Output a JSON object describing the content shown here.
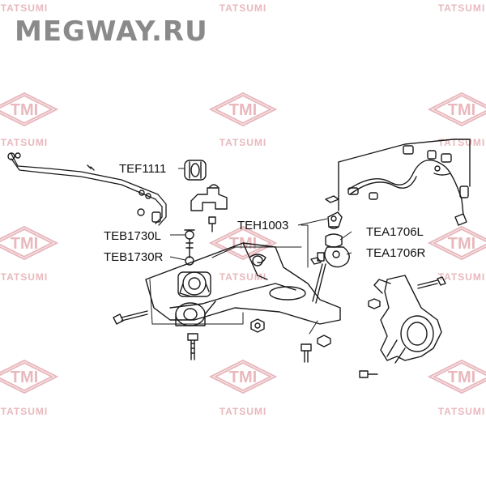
{
  "brand": {
    "title": "MEGWAY.RU"
  },
  "watermark": {
    "logo_text": "TMI",
    "brand_text": "TATSUMI",
    "color": "#e8b8bd"
  },
  "labels": {
    "tef1111": "TEF1111",
    "teb1730l": "TEB1730L",
    "teb1730r": "TEB1730R",
    "teh1003": "TEH1003",
    "tea1706l": "TEA1706L",
    "tea1706r": "TEA1706R"
  },
  "colors": {
    "line": "#1a1a1a",
    "text": "#111111",
    "brand": "#8a8a8a"
  }
}
